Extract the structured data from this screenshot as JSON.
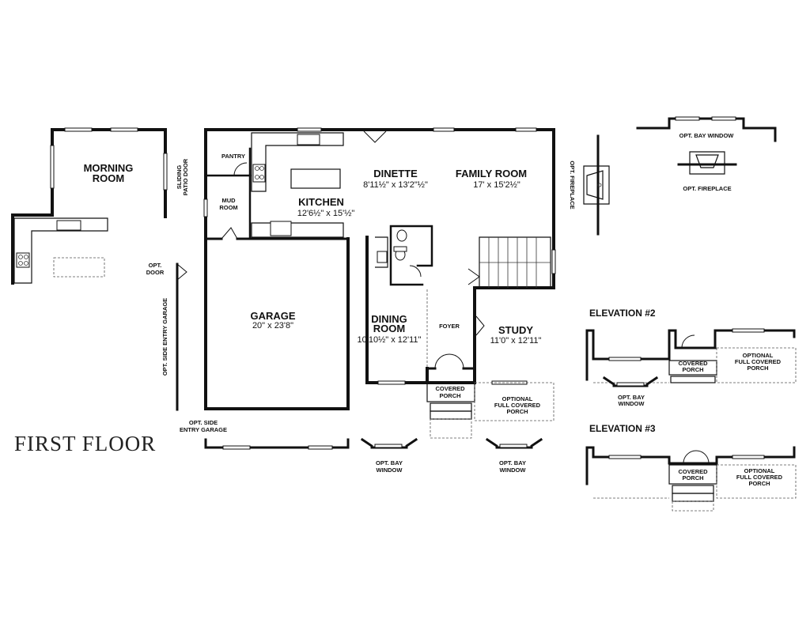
{
  "title": "FIRST FLOOR",
  "rooms": {
    "morning_room": {
      "line1": "MORNING",
      "line2": "ROOM"
    },
    "kitchen": {
      "name": "KITCHEN",
      "dim": "12'6½\" x 15'½\""
    },
    "dinette": {
      "name": "DINETTE",
      "dim": "8'11½\" x 13'2\"½\""
    },
    "family_room": {
      "name": "FAMILY ROOM",
      "dim": "17' x 15'2½\""
    },
    "garage": {
      "name": "GARAGE",
      "dim": "20\" x 23'8\""
    },
    "dining_room": {
      "line1": "DINING",
      "line2": "ROOM",
      "dim": "10'10½\" x 12'11\""
    },
    "study": {
      "name": "STUDY",
      "dim": "11'0\" x 12'11\""
    },
    "pantry": "PANTRY",
    "mud_room": {
      "line1": "MUD",
      "line2": "ROOM"
    },
    "foyer": "FOYER"
  },
  "labels": {
    "sliding_patio_door": {
      "line1": "SLIDING",
      "line2": "PATIO DOOR"
    },
    "opt_door": {
      "line1": "OPT.",
      "line2": "DOOR"
    },
    "opt_side_entry_garage_vertical": "OPT. SIDE ENTRY GARAGE",
    "opt_side_entry_garage": {
      "line1": "OPT. SIDE",
      "line2": "ENTRY GARAGE"
    },
    "opt_fireplace_vertical": "OPT. FIREPLACE",
    "opt_bay_window_top": "OPT. BAY WINDOW",
    "opt_fireplace": "OPT. FIREPLACE",
    "covered_porch": {
      "line1": "COVERED",
      "line2": "PORCH"
    },
    "optional_full_covered_porch": {
      "line1": "OPTIONAL",
      "line2": "FULL COVERED",
      "line3": "PORCH"
    },
    "opt_bay_window": {
      "line1": "OPT. BAY",
      "line2": "WINDOW"
    }
  },
  "elevation_2": {
    "title": "ELEVATION #2",
    "covered_porch": {
      "line1": "COVERED",
      "line2": "PORCH"
    },
    "optional_full_covered_porch": {
      "line1": "OPTIONAL",
      "line2": "FULL COVERED",
      "line3": "PORCH"
    },
    "opt_bay_window": {
      "line1": "OPT. BAY",
      "line2": "WINDOW"
    }
  },
  "elevation_3": {
    "title": "ELEVATION #3",
    "covered_porch": {
      "line1": "COVERED",
      "line2": "PORCH"
    },
    "optional_full_covered_porch": {
      "line1": "OPTIONAL",
      "line2": "FULL COVERED",
      "line3": "PORCH"
    }
  }
}
